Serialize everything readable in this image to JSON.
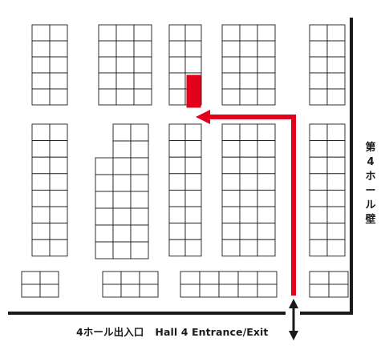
{
  "labels": {
    "entrance_jp": "4ホール出入口",
    "entrance_en": "Hall 4 Entrance/Exit",
    "wall_chars": [
      "第",
      "4",
      "ホ",
      "ー",
      "ル",
      "壁"
    ]
  },
  "colors": {
    "walls": "#1a1a1a",
    "grid": "#1a1a1a",
    "highlight": "#e2001a",
    "route": "#e2001a"
  }
}
